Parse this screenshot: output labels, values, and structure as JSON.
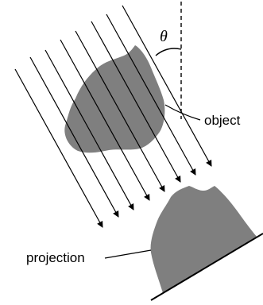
{
  "labels": {
    "theta": "θ",
    "object": "object",
    "projection": "projection"
  },
  "colors": {
    "shape_fill": "#7f7f7f",
    "stroke": "#000000",
    "background": "#ffffff"
  }
}
